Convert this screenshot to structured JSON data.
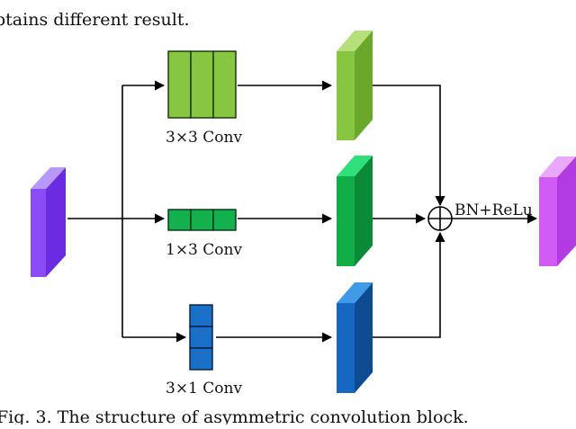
{
  "top_text": "btains different result.",
  "caption": "Fig. 3. The structure of asymmetric convolution block.",
  "branches": [
    {
      "label": "3×3 Conv",
      "kernel": [
        3,
        3
      ],
      "color": "#86c640",
      "border": "#1a2e0a",
      "block_colors": {
        "front": "#86c640",
        "side": "#6aa82c",
        "top": "#b7e07a"
      }
    },
    {
      "label": "1×3 Conv",
      "kernel": [
        1,
        3
      ],
      "color": "#13b14e",
      "border": "#053014",
      "block_colors": {
        "front": "#12ad48",
        "side": "#0a8a36",
        "top": "#2fe07a"
      }
    },
    {
      "label": "3×1 Conv",
      "kernel": [
        3,
        1
      ],
      "color": "#1a6fc7",
      "border": "#071f3f",
      "block_colors": {
        "front": "#1667c2",
        "side": "#0d4c92",
        "top": "#3f9be8"
      }
    }
  ],
  "input_block": {
    "front": "#8a4cf6",
    "side": "#6b2be0",
    "top": "#b798fb"
  },
  "output_block": {
    "front": "#d05cf5",
    "side": "#b33be4",
    "top": "#e9a8fb"
  },
  "sum_symbol": "⊕",
  "post_label": "BN+ReLu"
}
